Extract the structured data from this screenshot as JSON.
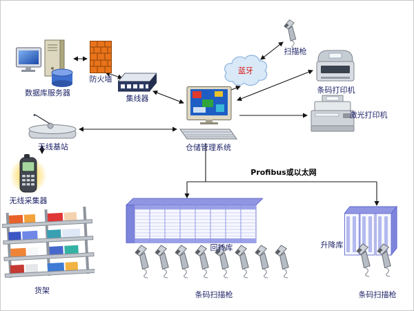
{
  "nodes": {
    "database_server": "数据库服务器",
    "firewall": "防火墙",
    "hub": "集线器",
    "bluetooth_cloud": "蓝牙",
    "scanner_gun": "扫描枪",
    "barcode_printer": "条码打印机",
    "laser_printer": "激光打印机",
    "wms": "仓储管理系统",
    "wireless_base": "无线基站",
    "wireless_collector": "无线采集器",
    "shelf": "货架",
    "carousel": "回转库",
    "lift": "升降库",
    "scanner_group_left": "条码扫描枪",
    "scanner_group_right": "条码扫描枪"
  },
  "bus": {
    "label": "Profibus或以太网"
  },
  "colors": {
    "label_text": "#1f2468",
    "bluetooth_text": "#dd1111",
    "firewall_brick": "#e8731a",
    "warehouse_blue": "#7d84dc",
    "arrow": "#151515",
    "background": "#ffffff"
  }
}
